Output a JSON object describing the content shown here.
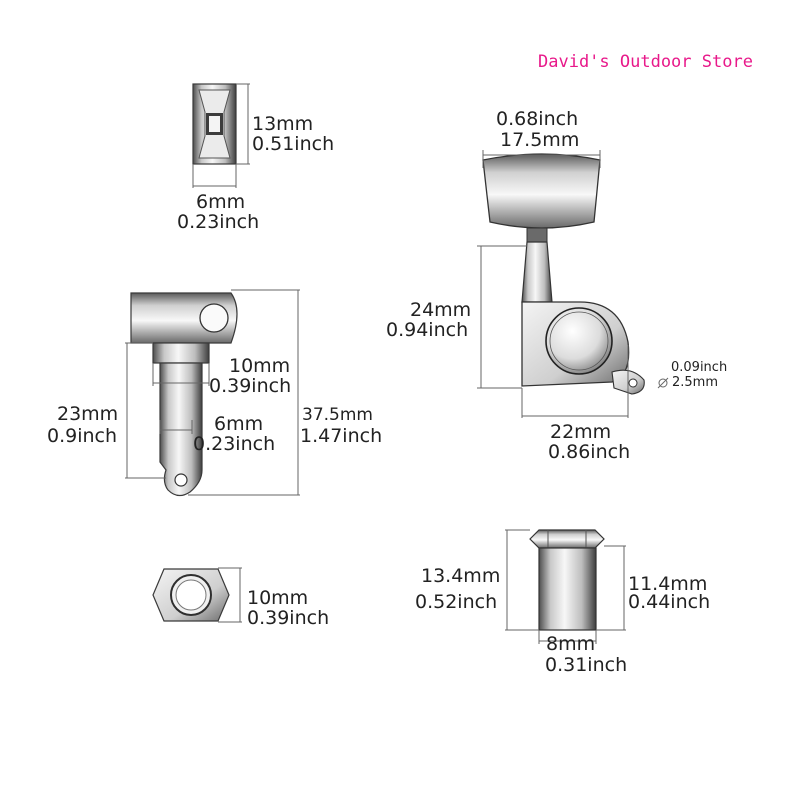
{
  "store_name": "David's Outdoor Store",
  "dimensions": {
    "bushing_side": {
      "height_mm": "13mm",
      "height_inch": "0.51inch",
      "width_mm": "6mm",
      "width_inch": "0.23inch"
    },
    "post_side": {
      "post_dia_mm": "10mm",
      "post_dia_inch": "0.39inch",
      "post_len_mm": "23mm",
      "post_len_inch": "0.9inch",
      "shaft_dia_mm": "6mm",
      "shaft_dia_inch": "0.23inch",
      "total_mm": "37.5mm",
      "total_inch": "1.47inch"
    },
    "nut_top": {
      "size_mm": "10mm",
      "size_inch": "0.39inch"
    },
    "tuner_front": {
      "button_width_inch": "0.68inch",
      "button_width_mm": "17.5mm",
      "height_mm": "24mm",
      "height_inch": "0.94inch",
      "hole_inch": "0.09inch",
      "hole_mm": "2.5mm",
      "width_mm": "22mm",
      "width_inch": "0.86inch"
    },
    "bushing_front": {
      "total_mm": "13.4mm",
      "total_inch": "0.52inch",
      "body_mm": "11.4mm",
      "body_inch": "0.44inch",
      "dia_mm": "8mm",
      "dia_inch": "0.31inch"
    }
  },
  "colors": {
    "store_text": "#e8198a",
    "line": "#555555",
    "metal_dark": "#4a4a4a",
    "metal_light": "#f2f2f2"
  }
}
